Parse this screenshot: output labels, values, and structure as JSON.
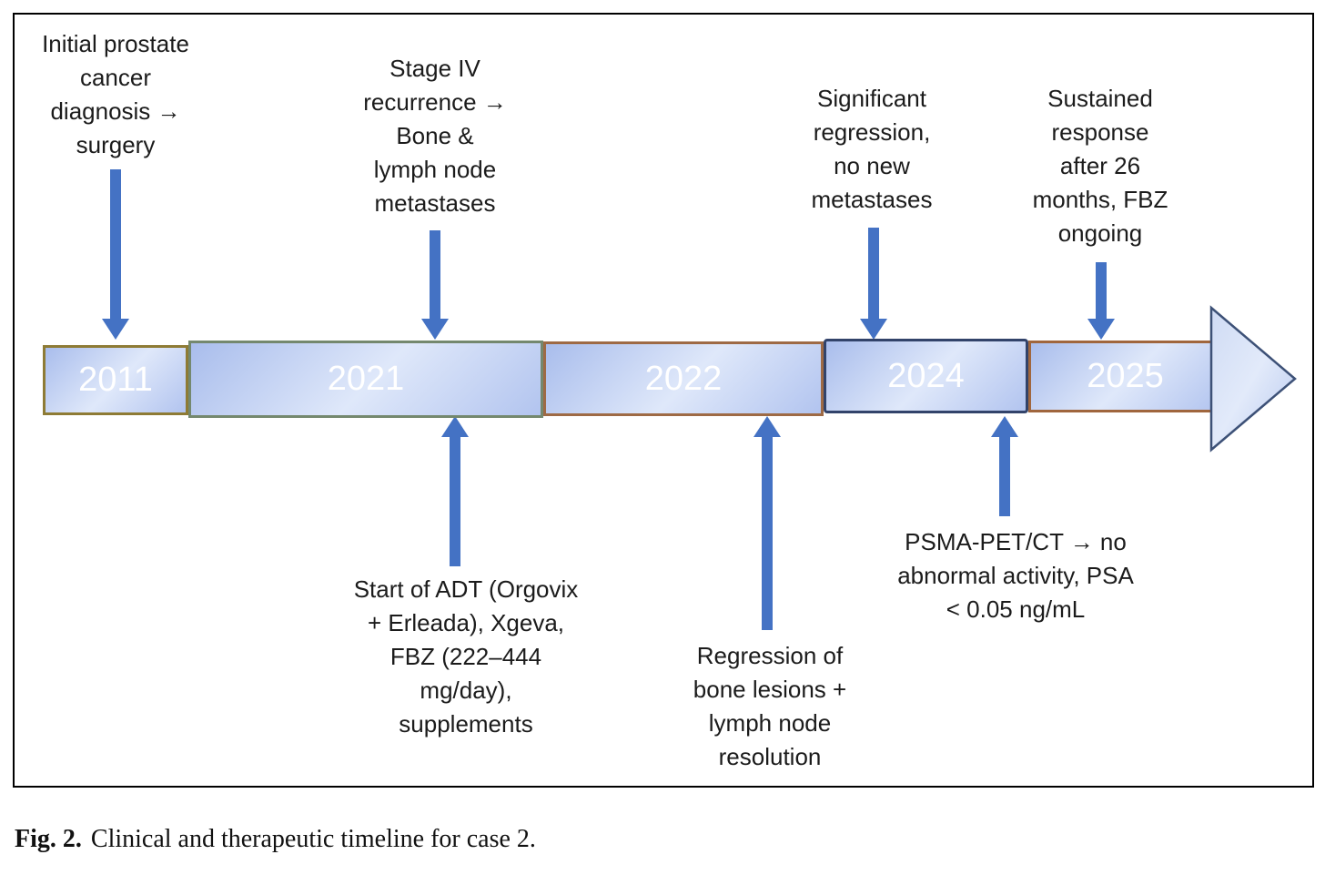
{
  "figure": {
    "annotations_above": [
      {
        "text": "Initial prostate\ncancer\ndiagnosis →\nsurgery"
      },
      {
        "text": "Stage IV\nrecurrence →\nBone &\nlymph node\nmetastases"
      },
      {
        "text": "Significant\nregression,\nno new\nmetastases"
      },
      {
        "text": "Sustained\nresponse\nafter 26\nmonths, FBZ\nongoing"
      }
    ],
    "annotations_below": [
      {
        "text": "Start of ADT (Orgovix\n+ Erleada), Xgeva,\nFBZ (222–444\nmg/day),\nsupplements"
      },
      {
        "text": "Regression of\nbone lesions +\nlymph node\nresolution"
      },
      {
        "text": "PSMA-PET/CT → no\nabnormal activity, PSA\n< 0.05 ng/mL"
      }
    ],
    "timeline": {
      "segments": [
        {
          "year": "2011",
          "border_color": "#8e7b35"
        },
        {
          "year": "2021",
          "border_color": "#74886e"
        },
        {
          "year": "2022",
          "border_color": "#9e6a45"
        },
        {
          "year": "2024",
          "border_color": "#32436a"
        },
        {
          "year": "2025",
          "border_color": "#a0663d"
        }
      ],
      "fill_gradient": [
        "#a9bdec",
        "#dfe8fa",
        "#b2c4ef"
      ],
      "year_text_color": "#ffffff",
      "arrowhead_outline_color": "#3d5177"
    },
    "pointer_arrow_color": "#4472c4"
  },
  "caption": {
    "label": "Fig. 2.",
    "text": "Clinical and therapeutic timeline for case 2."
  }
}
